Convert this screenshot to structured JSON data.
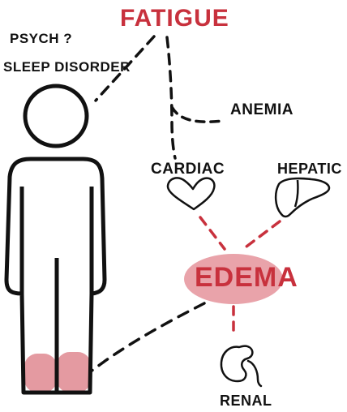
{
  "labels": {
    "fatigue": "FATIGUE",
    "psych": "PSYCH ?",
    "sleep_disorder": "SLEEP DISORDER",
    "anemia": "ANEMIA",
    "cardiac": "CARDIAC",
    "hepatic": "HEPATIC",
    "edema": "EDEMA",
    "renal": "RENAL"
  },
  "colors": {
    "accent_red": "#c8313d",
    "edema_fill": "#e9a3aa",
    "legs_fill": "#e49aa1",
    "ink": "#111111"
  },
  "icons": [
    "person-figure",
    "heart-icon",
    "liver-icon",
    "kidney-icon"
  ]
}
